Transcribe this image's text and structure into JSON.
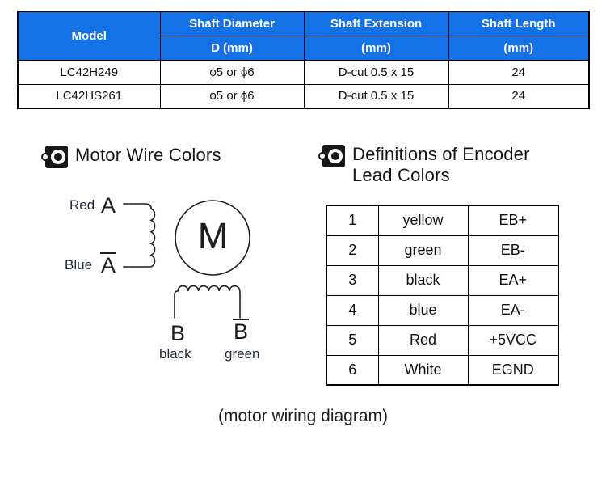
{
  "spec_table": {
    "header_bg": "#1571e6",
    "header_text_color": "#ffffff",
    "columns": [
      {
        "title": "Model",
        "sub": ""
      },
      {
        "title": "Shaft Diameter",
        "sub": "D (mm)"
      },
      {
        "title": "Shaft Extension",
        "sub": "(mm)"
      },
      {
        "title": "Shaft Length",
        "sub": "(mm)"
      }
    ],
    "rows": [
      [
        "LC42H249",
        "ϕ5 or ϕ6",
        "D-cut 0.5 x 15",
        "24"
      ],
      [
        "LC42HS261",
        "ϕ5 or ϕ6",
        "D-cut 0.5 x 15",
        "24"
      ]
    ]
  },
  "sections": {
    "motor_wire": {
      "title": "Motor Wire Colors",
      "icon": "bullseye-icon"
    },
    "encoder": {
      "title_line1": "Definitions of Encoder",
      "title_line2": "Lead Colors",
      "icon": "bullseye-icon"
    }
  },
  "diagram": {
    "motor_symbol": "M",
    "phase_a": {
      "wire_color": "Red",
      "terminal": "A"
    },
    "phase_a_bar": {
      "wire_color": "Blue",
      "terminal": "A"
    },
    "phase_b": {
      "terminal": "B",
      "wire_color": "black"
    },
    "phase_b_bar": {
      "terminal": "B",
      "wire_color": "green"
    },
    "line_color": "#1d1e22"
  },
  "encoder_table": {
    "rows": [
      {
        "pin": "1",
        "color": "yellow",
        "signal": "EB+"
      },
      {
        "pin": "2",
        "color": "green",
        "signal": "EB-"
      },
      {
        "pin": "3",
        "color": "black",
        "signal": "EA+"
      },
      {
        "pin": "4",
        "color": "blue",
        "signal": "EA-"
      },
      {
        "pin": "5",
        "color": "Red",
        "signal": "+5VCC"
      },
      {
        "pin": "6",
        "color": "White",
        "signal": "EGND"
      }
    ]
  },
  "caption": "(motor wiring diagram)"
}
